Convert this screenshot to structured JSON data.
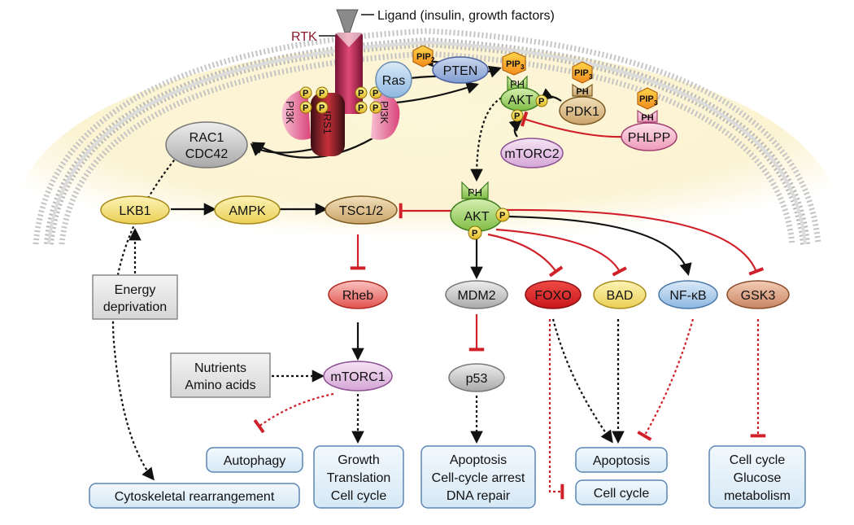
{
  "ligand": {
    "label": "Ligand (insulin, growth factors)"
  },
  "receptor": {
    "rtk": "RTK",
    "irs1": "IRS1",
    "pi3k_left": "PI3K",
    "pi3k_right": "PI3K",
    "p": "P"
  },
  "membrane_nodes": {
    "ras": "Ras",
    "pten": "PTEN",
    "pip2": "PIP",
    "pip2_sub": "2",
    "pip3": "PIP",
    "pip3_sub": "3",
    "pdk1": "PDK1",
    "phlpp": "PHLPP",
    "mtorc2": "mTORC2",
    "rac1": "RAC1",
    "cdc42": "CDC42",
    "ph": "PH",
    "akt": "AKT"
  },
  "pathway_nodes": {
    "lkb1": "LKB1",
    "ampk": "AMPK",
    "tsc": "TSC1/2",
    "akt": "AKT",
    "ph": "PH",
    "p": "P",
    "rheb": "Rheb",
    "mtorc1": "mTORC1",
    "mdm2": "MDM2",
    "p53": "p53",
    "foxo": "FOXO",
    "bad": "BAD",
    "nfkb": "NF-κB",
    "gsk3": "GSK3"
  },
  "inputs": {
    "energy_1": "Energy",
    "energy_2": "deprivation",
    "nutrients_1": "Nutrients",
    "nutrients_2": "Amino acids"
  },
  "outcomes": {
    "autophagy": "Autophagy",
    "growth_1": "Growth",
    "growth_2": "Translation",
    "growth_3": "Cell cycle",
    "apop_1": "Apoptosis",
    "apop_2": "Cell-cycle arrest",
    "apop_3": "DNA repair",
    "apoptosis": "Apoptosis",
    "cellcycle": "Cell cycle",
    "gsk_1": "Cell cycle",
    "gsk_2": "Glucose",
    "gsk_3": "metabolism",
    "cytoskeletal": "Cytoskeletal rearrangement"
  },
  "colors": {
    "activation": "#111111",
    "inhibition": "#d0202a",
    "cytoplasm": "#fbf4d6",
    "membrane": "#c8c8c8",
    "outcome_fill": "#e2eef8",
    "outcome_stroke": "#5b86b4"
  }
}
